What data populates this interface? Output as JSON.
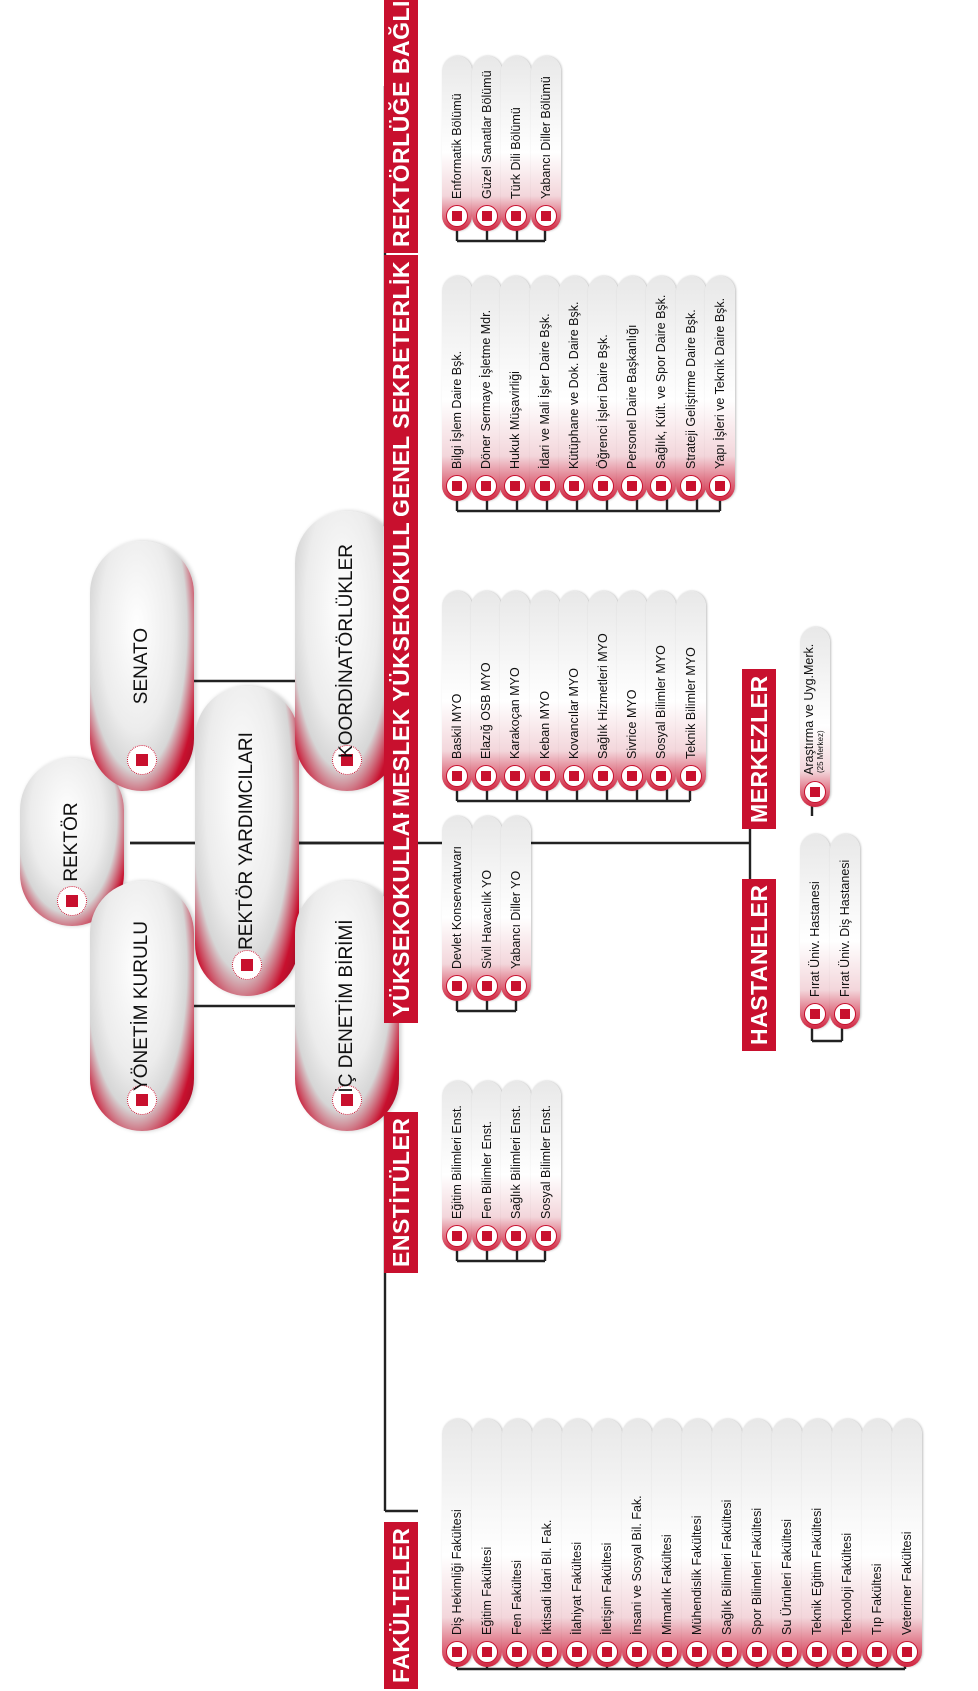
{
  "colors": {
    "accent": "#c8102e",
    "line": "#222222"
  },
  "top": {
    "rektor": "REKTÖR",
    "senato": "SENATO",
    "yonetim_kurulu": "YÖNETİM KURULU",
    "rektor_yardimcilari": "REKTÖR YARDIMCILARI",
    "ic_denetim": "İÇ DENETİM BİRİMİ",
    "koordinatorlukler": "KOORDİNATÖRLÜKLER"
  },
  "groups": [
    {
      "title": "FAKÜLTELER",
      "items": [
        "Diş Hekimliği Fakültesi",
        "Eğitim Fakültesi",
        "Fen Fakültesi",
        "İktisadi İdari Bil. Fak.",
        "İlahiyat Fakültesi",
        "İletişim Fakültesi",
        "İnsani ve Sosyal Bil. Fak.",
        "Mimarlık Fakültesi",
        "Mühendislik Fakültesi",
        "Sağlık Bilimleri Fakültesi",
        "Spor Bilimleri Fakültesi",
        "Su Ürünleri Fakültesi",
        "Teknik Eğitim Fakültesi",
        "Teknoloji Fakültesi",
        "Tıp Fakültesi",
        "Veteriner Fakültesi"
      ]
    },
    {
      "title": "ENSTİTÜLER",
      "items": [
        "Eğitim Bilimleri Enst.",
        "Fen Bilimler Enst.",
        "Sağlık Bilimleri Enst.",
        "Sosyal Bilimler Enst."
      ]
    },
    {
      "title": "YÜKSEKOKULLAR",
      "items": [
        "Devlet Konservatuvarı",
        "Sivil Havacılık YO",
        "Yabancı Diller YO"
      ]
    },
    {
      "title": "MESLEK YÜKSEKOKULLAR",
      "items": [
        "Baskil MYO",
        "Elazığ OSB MYO",
        "Karakoçan MYO",
        "Keban MYO",
        "Kovancılar MYO",
        "Sağlık Hizmetleri MYO",
        "Sivrice MYO",
        "Sosyal Bilimler MYO",
        "Teknik Bilimler MYO"
      ]
    },
    {
      "title": "GENEL SEKRETERLİK",
      "items": [
        "Bilgi İşlem Daire Bşk.",
        "Döner Sermaye İşletme Mdr.",
        "Hukuk Müşavirliği",
        "İdari ve Mali İşler Daire Bşk.",
        "Kütüphane ve Dok. Daire Bşk.",
        "Öğrenci İşleri Daire Bşk.",
        "Personel Daire Başkanlığı",
        "Sağlık, Kült. ve Spor Daire Bşk.",
        "Strateji Geliştirme Daire Bşk.",
        "Yapı İşleri ve Teknik Daire Bşk."
      ]
    },
    {
      "title": "REKTÖRLÜĞE BAĞLI BÖL.",
      "items": [
        "Enformatik Bölümü",
        "Güzel Sanatlar Bölümü",
        "Türk Dili Bölümü",
        "Yabancı Diller Bölümü"
      ]
    },
    {
      "title": "HASTANELER",
      "items": [
        "Fırat Üniv. Hastanesi",
        "Fırat Üniv. Diş Hastanesi"
      ]
    },
    {
      "title": "MERKEZLER",
      "items": [
        "Araştırma ve Uyg.Merk."
      ],
      "note": "(25 Merkez)"
    }
  ]
}
